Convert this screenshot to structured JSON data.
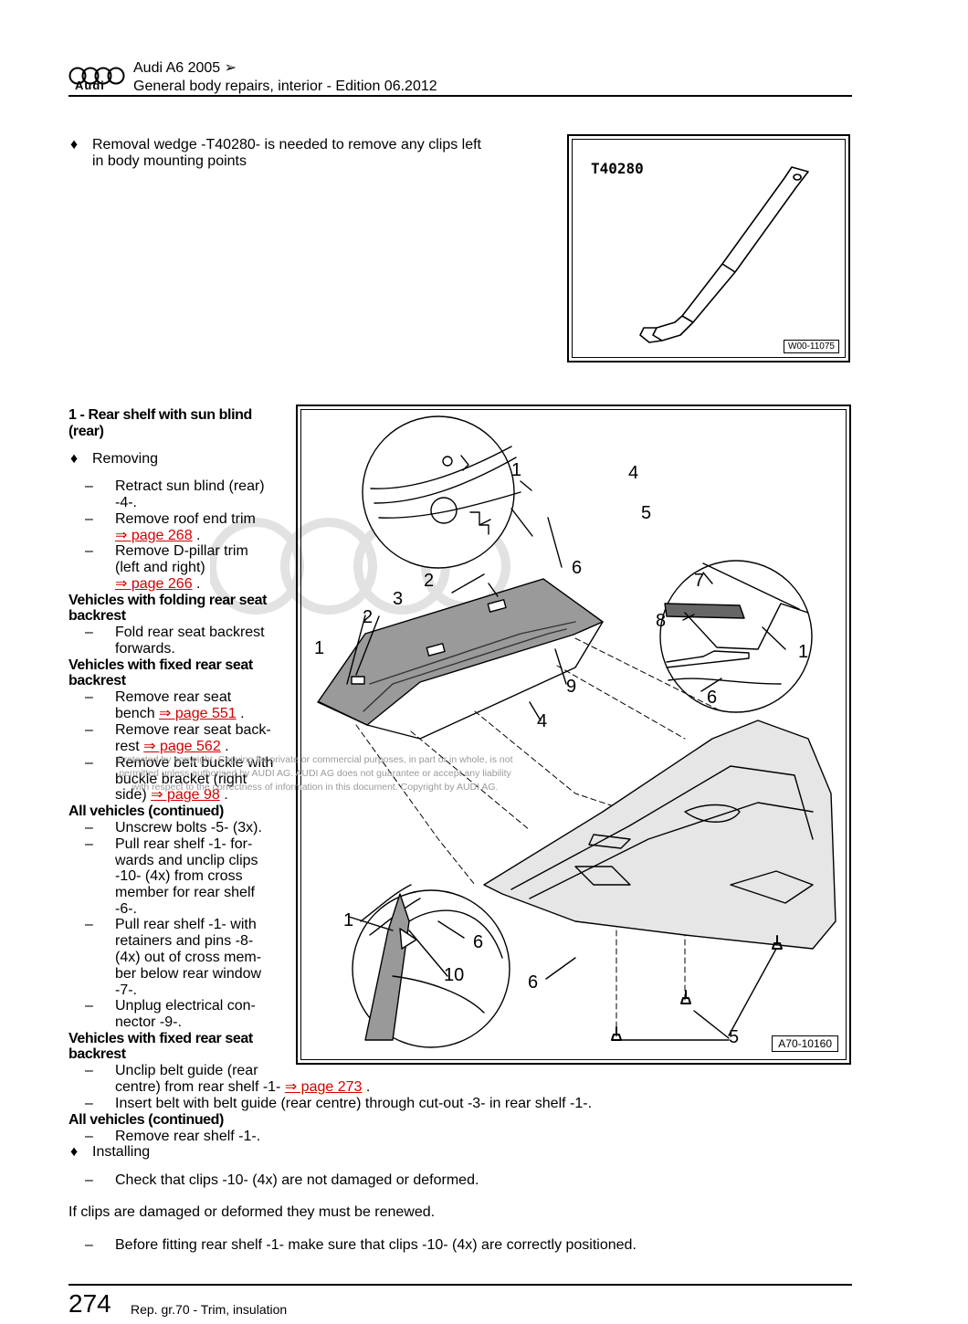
{
  "header": {
    "brand_text": "Audi",
    "model": "Audi A6 2005 ➢",
    "subtitle": "General body repairs, interior - Edition 06.2012"
  },
  "intro": {
    "line1": "Removal wedge -T40280- is needed to remove any clips left",
    "line2": "in body mounting points"
  },
  "figure1": {
    "tool_label": "T40280",
    "ref": "W00-11075"
  },
  "section": {
    "heading_line1": "1 - Rear shelf with sun blind",
    "heading_line2": "(rear)",
    "removing": "Removing",
    "s1a": "Retract sun blind (rear)",
    "s1b": "-4-.",
    "s2a": "Remove roof end trim",
    "s2_link": "⇒ page 268",
    "s2_end": " .",
    "s3a": "Remove D-pillar trim",
    "s3b": "(left and right)",
    "s3_link": "⇒ page 266",
    "s3_end": " .",
    "h_folding1": "Vehicles with folding rear seat",
    "h_folding2": "backrest",
    "s4a": "Fold rear seat backrest",
    "s4b": "forwards.",
    "h_fixed1": "Vehicles with fixed rear seat",
    "h_fixed2": "backrest",
    "s5a": "Remove rear seat",
    "s5b_pre": "bench ",
    "s5_link": "⇒ page 551",
    "s5_end": " .",
    "s6a": "Remove rear seat back-",
    "s6b_pre": "rest ",
    "s6_link": "⇒ page 562",
    "s6_end": " .",
    "s7a": "Remove belt buckle with",
    "s7b": "buckle bracket (right",
    "s7c_pre": "side) ",
    "s7_link": "⇒ page 98",
    "s7_end": " .",
    "h_all1": "All vehicles (continued)",
    "s8": "Unscrew bolts -5- (3x).",
    "s9a": "Pull rear shelf -1- for-",
    "s9b": "wards and unclip clips",
    "s9c": "-10- (4x) from cross",
    "s9d": "member for rear shelf",
    "s9e": "-6-.",
    "s10a": "Pull rear shelf -1- with",
    "s10b": "retainers and pins -8-",
    "s10c": "(4x) out of cross mem-",
    "s10d": "ber below rear window",
    "s10e": "-7-.",
    "s11a": "Unplug electrical con-",
    "s11b": "nector -9-.",
    "h_fixed3": "Vehicles with fixed rear seat",
    "h_fixed4": "backrest",
    "s12a": "Unclip belt guide (rear",
    "s12b_pre": "centre) from rear shelf -1- ",
    "s12_link": "⇒ page 273",
    "s12_end": " .",
    "s13": "Insert belt with belt guide (rear centre) through cut-out -3- in rear shelf -1-.",
    "h_all2": "All vehicles (continued)",
    "s14": "Remove rear shelf -1-.",
    "installing": "Installing",
    "s15": "Check that clips -10- (4x) are not damaged or deformed.",
    "note": "If clips are damaged or deformed they must be renewed.",
    "s16": "Before fitting rear shelf -1- make sure that clips -10- (4x) are correctly positioned.",
    "dash": "–",
    "diamond": "♦"
  },
  "figure2": {
    "ref": "A70-10160",
    "callouts": [
      "1",
      "4",
      "5",
      "6",
      "2",
      "3",
      "2",
      "1",
      "7",
      "8",
      "1",
      "9",
      "6",
      "4",
      "1",
      "6",
      "10",
      "6",
      "5"
    ]
  },
  "watermark": {
    "line1": "Protected by copyright. Copying for private or commercial purposes, in part or in whole, is not",
    "line2": "permitted unless authorised by AUDI AG. AUDI AG does not guarantee or accept any liability",
    "line3": "with respect to the correctness of information in this document. Copyright by AUDI AG."
  },
  "footer": {
    "page": "274",
    "text": "Rep. gr.70 - Trim, insulation"
  }
}
